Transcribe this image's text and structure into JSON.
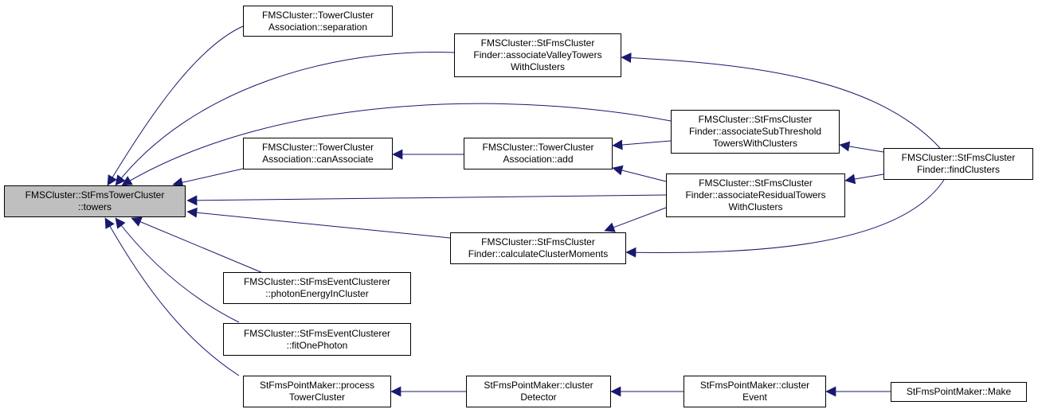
{
  "colors": {
    "edge": "#191970",
    "root_fill": "#bfbfbf",
    "node_fill": "#ffffff",
    "border": "#000000"
  },
  "nodes": {
    "towers": [
      "FMSCluster::StFmsTowerCluster",
      "::towers"
    ],
    "separation": [
      "FMSCluster::TowerCluster",
      "Association::separation"
    ],
    "assocValley": [
      "FMSCluster::StFmsCluster",
      "Finder::associateValleyTowers",
      "WithClusters"
    ],
    "assocSubThr": [
      "FMSCluster::StFmsCluster",
      "Finder::associateSubThreshold",
      "TowersWithClusters"
    ],
    "canAssociate": [
      "FMSCluster::TowerCluster",
      "Association::canAssociate"
    ],
    "add": [
      "FMSCluster::TowerCluster",
      "Association::add"
    ],
    "findClusters": [
      "FMSCluster::StFmsCluster",
      "Finder::findClusters"
    ],
    "assocResidual": [
      "FMSCluster::StFmsCluster",
      "Finder::associateResidualTowers",
      "WithClusters"
    ],
    "calcMoments": [
      "FMSCluster::StFmsCluster",
      "Finder::calculateClusterMoments"
    ],
    "photonEnergy": [
      "FMSCluster::StFmsEventClusterer",
      "::photonEnergyInCluster"
    ],
    "fitOnePhoton": [
      "FMSCluster::StFmsEventClusterer",
      "::fitOnePhoton"
    ],
    "processTower": [
      "StFmsPointMaker::process",
      "TowerCluster"
    ],
    "clusterDetector": [
      "StFmsPointMaker::cluster",
      "Detector"
    ],
    "clusterEvent": [
      "StFmsPointMaker::cluster",
      "Event"
    ],
    "make": [
      "StFmsPointMaker::Make"
    ]
  }
}
